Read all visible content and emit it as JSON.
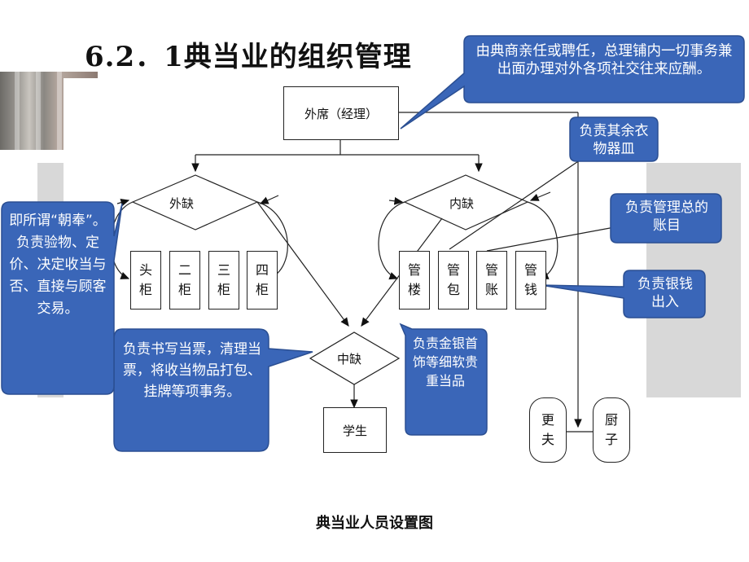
{
  "title": "6.2．1典当业的组织管理",
  "caption": "典当业人员设置图",
  "nodes": {
    "manager": "外席（经理）",
    "waique": "外缺",
    "neique": "内缺",
    "zhongque": "中缺",
    "student": "学生",
    "waiter": [
      "更",
      "夫"
    ],
    "cook": [
      "厨",
      "子"
    ],
    "cabinets": [
      [
        "头",
        "柜"
      ],
      [
        "二",
        "柜"
      ],
      [
        "三",
        "柜"
      ],
      [
        "四",
        "柜"
      ]
    ],
    "inner": [
      [
        "管",
        "楼"
      ],
      [
        "管",
        "包"
      ],
      [
        "管",
        "账"
      ],
      [
        "管",
        "钱"
      ]
    ]
  },
  "callouts": {
    "manager": "由典商亲任或聘任，总理铺内一切事务兼出面办理对外各项社交往来应酬。",
    "misc": "负责其余衣物器皿",
    "accounts": "负责管理总的账目",
    "money": "负责银钱出入",
    "jewelry": "负责金银首饰等细软贵重当品",
    "zhongque": "负责书写当票，清理当票，将收当物品打包、挂牌等项事务。",
    "waique": "即所谓“朝奉”。负责验物、定价、决定收当与否、直接与顾客交易。"
  },
  "colors": {
    "callout_fill": "#3a66b8",
    "callout_stroke": "#2b4f92"
  }
}
